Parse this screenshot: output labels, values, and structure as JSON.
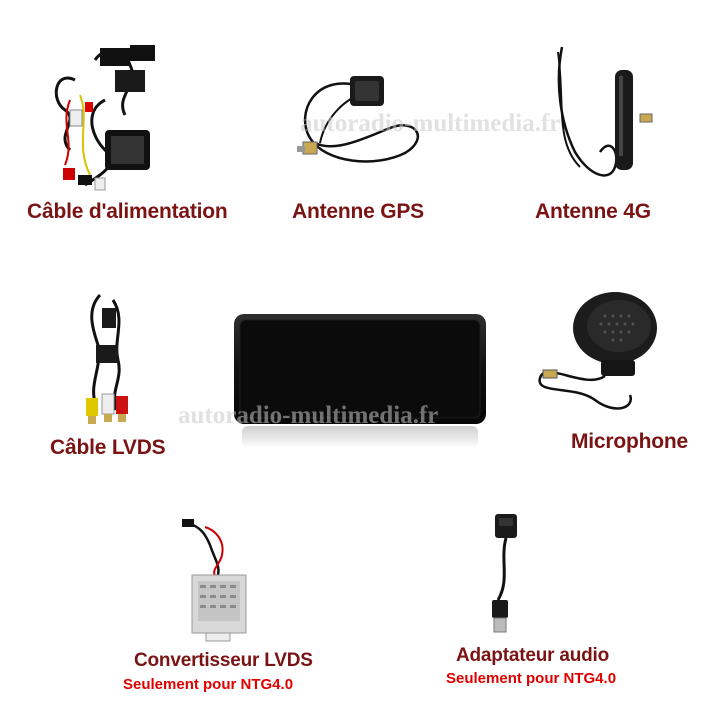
{
  "products": {
    "power_cable": {
      "label": "Câble d'alimentation",
      "icon": "wiring-harness-icon"
    },
    "gps_antenna": {
      "label": "Antenne GPS",
      "icon": "gps-antenna-icon"
    },
    "antenna_4g": {
      "label": "Antenne 4G",
      "icon": "4g-antenna-icon"
    },
    "lvds_cable": {
      "label": "Câble LVDS",
      "icon": "lvds-cable-icon"
    },
    "screen": {
      "icon": "display-screen-icon"
    },
    "microphone": {
      "label": "Microphone",
      "icon": "microphone-icon"
    },
    "lvds_converter": {
      "label": "Convertisseur LVDS",
      "note": "Seulement pour NTG4.0",
      "icon": "lvds-converter-icon"
    },
    "audio_adapter": {
      "label": "Adaptateur audio",
      "note": "Seulement pour NTG4.0",
      "icon": "usb-audio-adapter-icon"
    }
  },
  "watermarks": [
    "autoradio-multimedia.fr",
    "autoradio-multimedia.fr"
  ],
  "colors": {
    "label": "#7a1414",
    "note": "#e00000",
    "watermark": "#c8c8c8"
  }
}
